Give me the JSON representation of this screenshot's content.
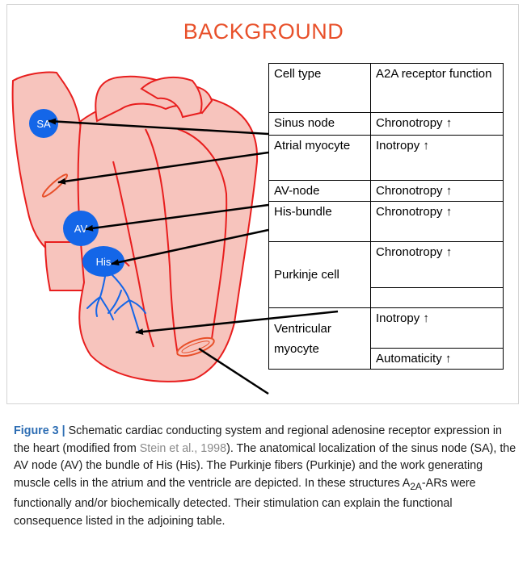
{
  "figure": {
    "title": "BACKGROUND",
    "node_labels": {
      "sa": "SA",
      "av": "AV",
      "his": "His"
    },
    "table": {
      "header": {
        "cell_type": "Cell type",
        "function": "A2A receptor function"
      },
      "rows": [
        {
          "cell_type": "Sinus node",
          "functions": [
            "Chronotropy ↑"
          ]
        },
        {
          "cell_type": "Atrial myocyte",
          "functions": [
            "Inotropy ↑"
          ]
        },
        {
          "cell_type": "AV-node",
          "functions": [
            "Chronotropy ↑"
          ]
        },
        {
          "cell_type": "His-bundle",
          "functions": [
            "Chronotropy ↑"
          ]
        },
        {
          "cell_type": "Purkinje cell",
          "functions": [
            "Chronotropy ↑",
            ""
          ]
        },
        {
          "cell_type": "Ventricular myocyte",
          "functions": [
            "Inotropy ↑",
            "Automaticity ↑"
          ]
        }
      ]
    },
    "colors": {
      "title": "#e8502a",
      "heart_fill": "#f7c4bd",
      "heart_stroke": "#e81e1e",
      "node": "#1466e8",
      "caption_label": "#2d6db3"
    }
  },
  "caption": {
    "label": "Figure 3 |",
    "text_before_ref": " Schematic cardiac conducting system and regional adenosine receptor expression in the heart (modified from ",
    "ref": "Stein et al., 1998",
    "text_after_ref": "). The anatomical localization of the sinus node (SA), the AV node (AV) the bundle of His (His). The Purkinje fibers (Purkinje) and the work generating muscle cells in the atrium and the ventricle are depicted. In these structures A",
    "sub": "2A",
    "text_end": "-ARs were functionally and/or biochemically detected. Their stimulation can explain the functional consequence listed in the adjoining table."
  }
}
